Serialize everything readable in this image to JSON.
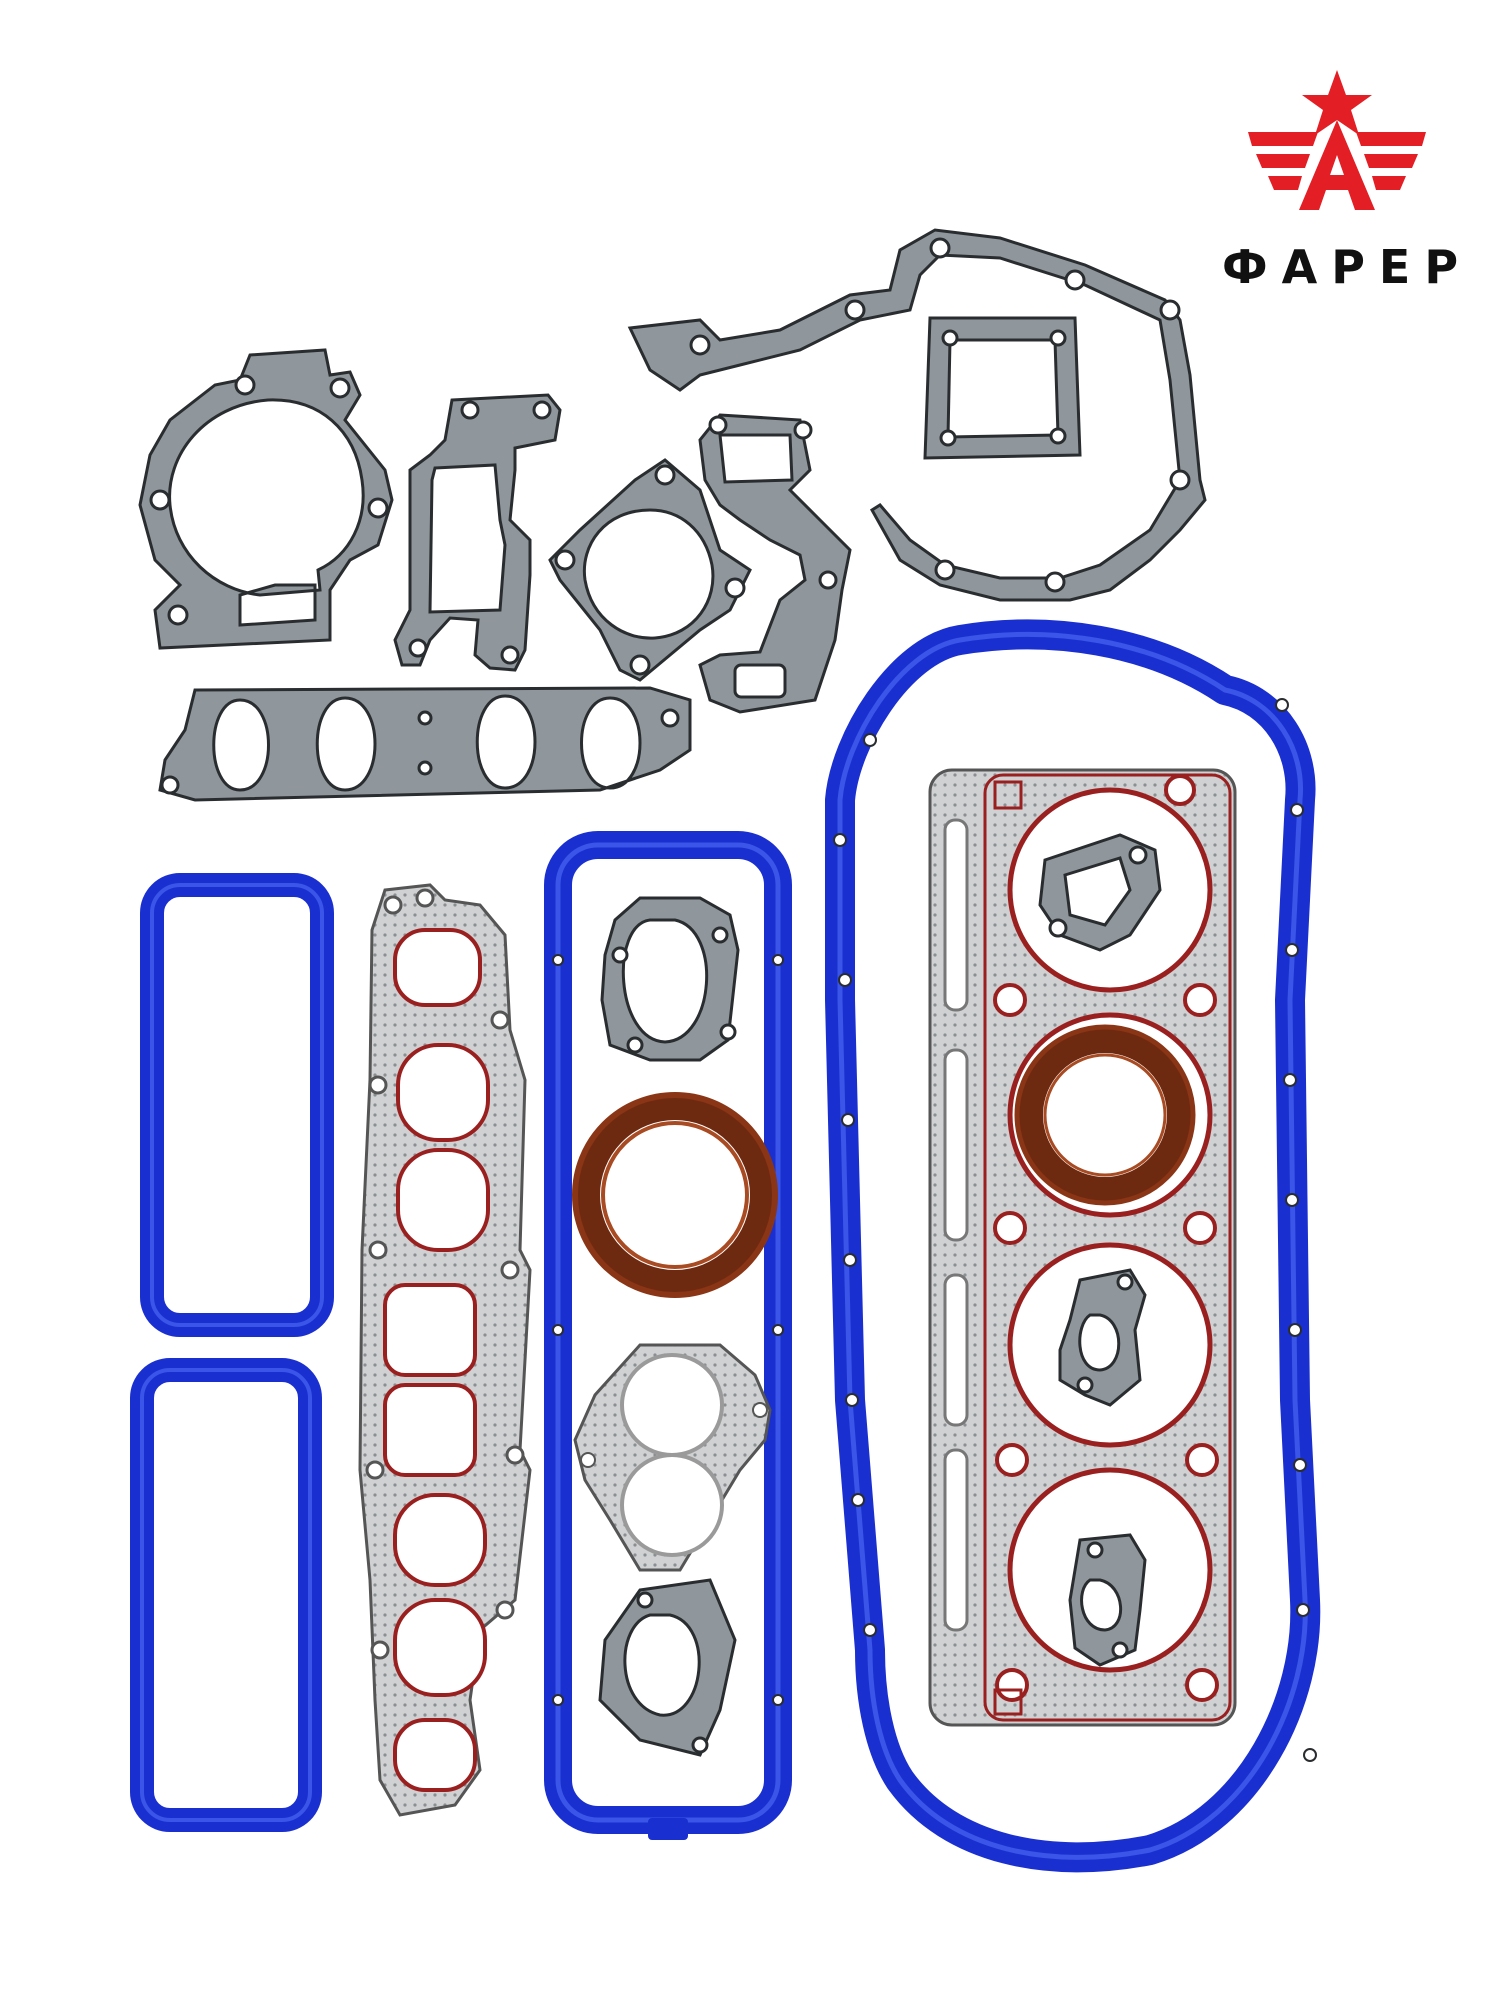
{
  "brand": {
    "name": "ФАРЕР",
    "logo_letter": "А",
    "logo_color": "#e31e24",
    "text_color": "#111111"
  },
  "colors": {
    "paronite": "#8f979c",
    "paronite_edge": "#2a2d30",
    "rubber_blue": "#1a2fd0",
    "rubber_blue_light": "#3a55e8",
    "metal": "#cfd1d3",
    "metal_bead": "#9a2020",
    "seal": "#8a3515",
    "background": "#ffffff"
  },
  "parts": [
    "water-pump-gasket",
    "thermostat-housing-gasket",
    "carburetor-gasket",
    "bypass-pipe-gasket",
    "timing-cover-gasket",
    "square-flange-gasket",
    "intake-manifold-paronite-gasket",
    "rocker-cover-blue-gasket",
    "exhaust-manifold-metal-gasket",
    "valve-cover-blue-gasket",
    "oil-pan-blue-gasket",
    "cylinder-head-gasket",
    "crankshaft-seal",
    "exhaust-pipe-gasket"
  ]
}
